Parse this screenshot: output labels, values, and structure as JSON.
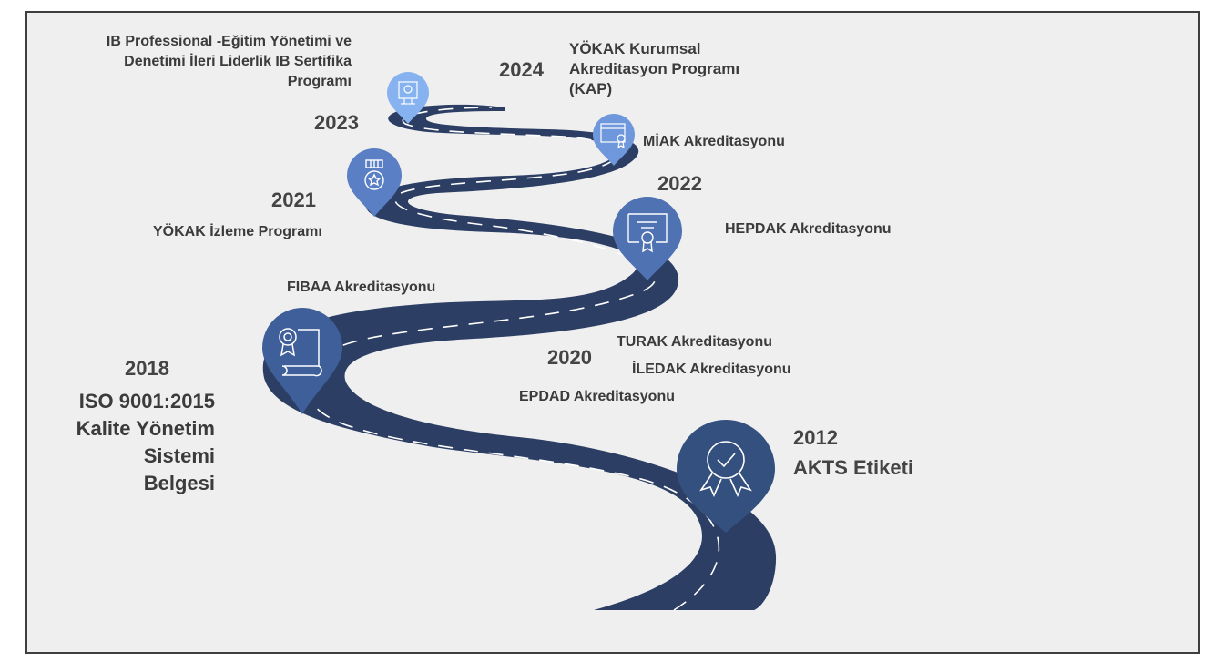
{
  "milestones": {
    "m2012": {
      "year": "2012",
      "text": "AKTS Etiketi"
    },
    "m2018": {
      "year": "2018",
      "lines": [
        "ISO 9001:2015",
        "Kalite Yönetim",
        "Sistemi",
        "Belgesi"
      ]
    },
    "fibaa": {
      "text": "FIBAA Akreditasyonu"
    },
    "m2020": {
      "year": "2020",
      "items": [
        "TURAK Akreditasyonu",
        "İLEDAK Akreditasyonu",
        "EPDAD Akreditasyonu"
      ]
    },
    "m2022": {
      "year": "2022",
      "text": "HEPDAK Akreditasyonu"
    },
    "m2021": {
      "year": "2021",
      "text": "YÖKAK İzleme Programı"
    },
    "miak": {
      "text": "MİAK Akreditasyonu"
    },
    "m2023": {
      "year": "2023",
      "lines": [
        "IB Professional -Eğitim Yönetimi ve",
        "Denetimi İleri Liderlik IB Sertifika",
        "Programı"
      ]
    },
    "m2024": {
      "year": "2024",
      "lines": [
        "YÖKAK Kurumsal",
        "Akreditasyon Programı",
        "(KAP)"
      ]
    }
  },
  "colors": {
    "road": "#2c3e63",
    "pin_dark": "#34507e",
    "pin_mid": "#3f5f9a",
    "pin_light": "#5a7fc4",
    "pin_lighter": "#6f98dc",
    "pin_lightest": "#86b3f0",
    "background": "#efeff0"
  },
  "icons": [
    "award-ribbon-icon",
    "scroll-certificate-icon",
    "certificate-icon",
    "medal-icon",
    "browser-certificate-icon",
    "monitor-icon"
  ]
}
